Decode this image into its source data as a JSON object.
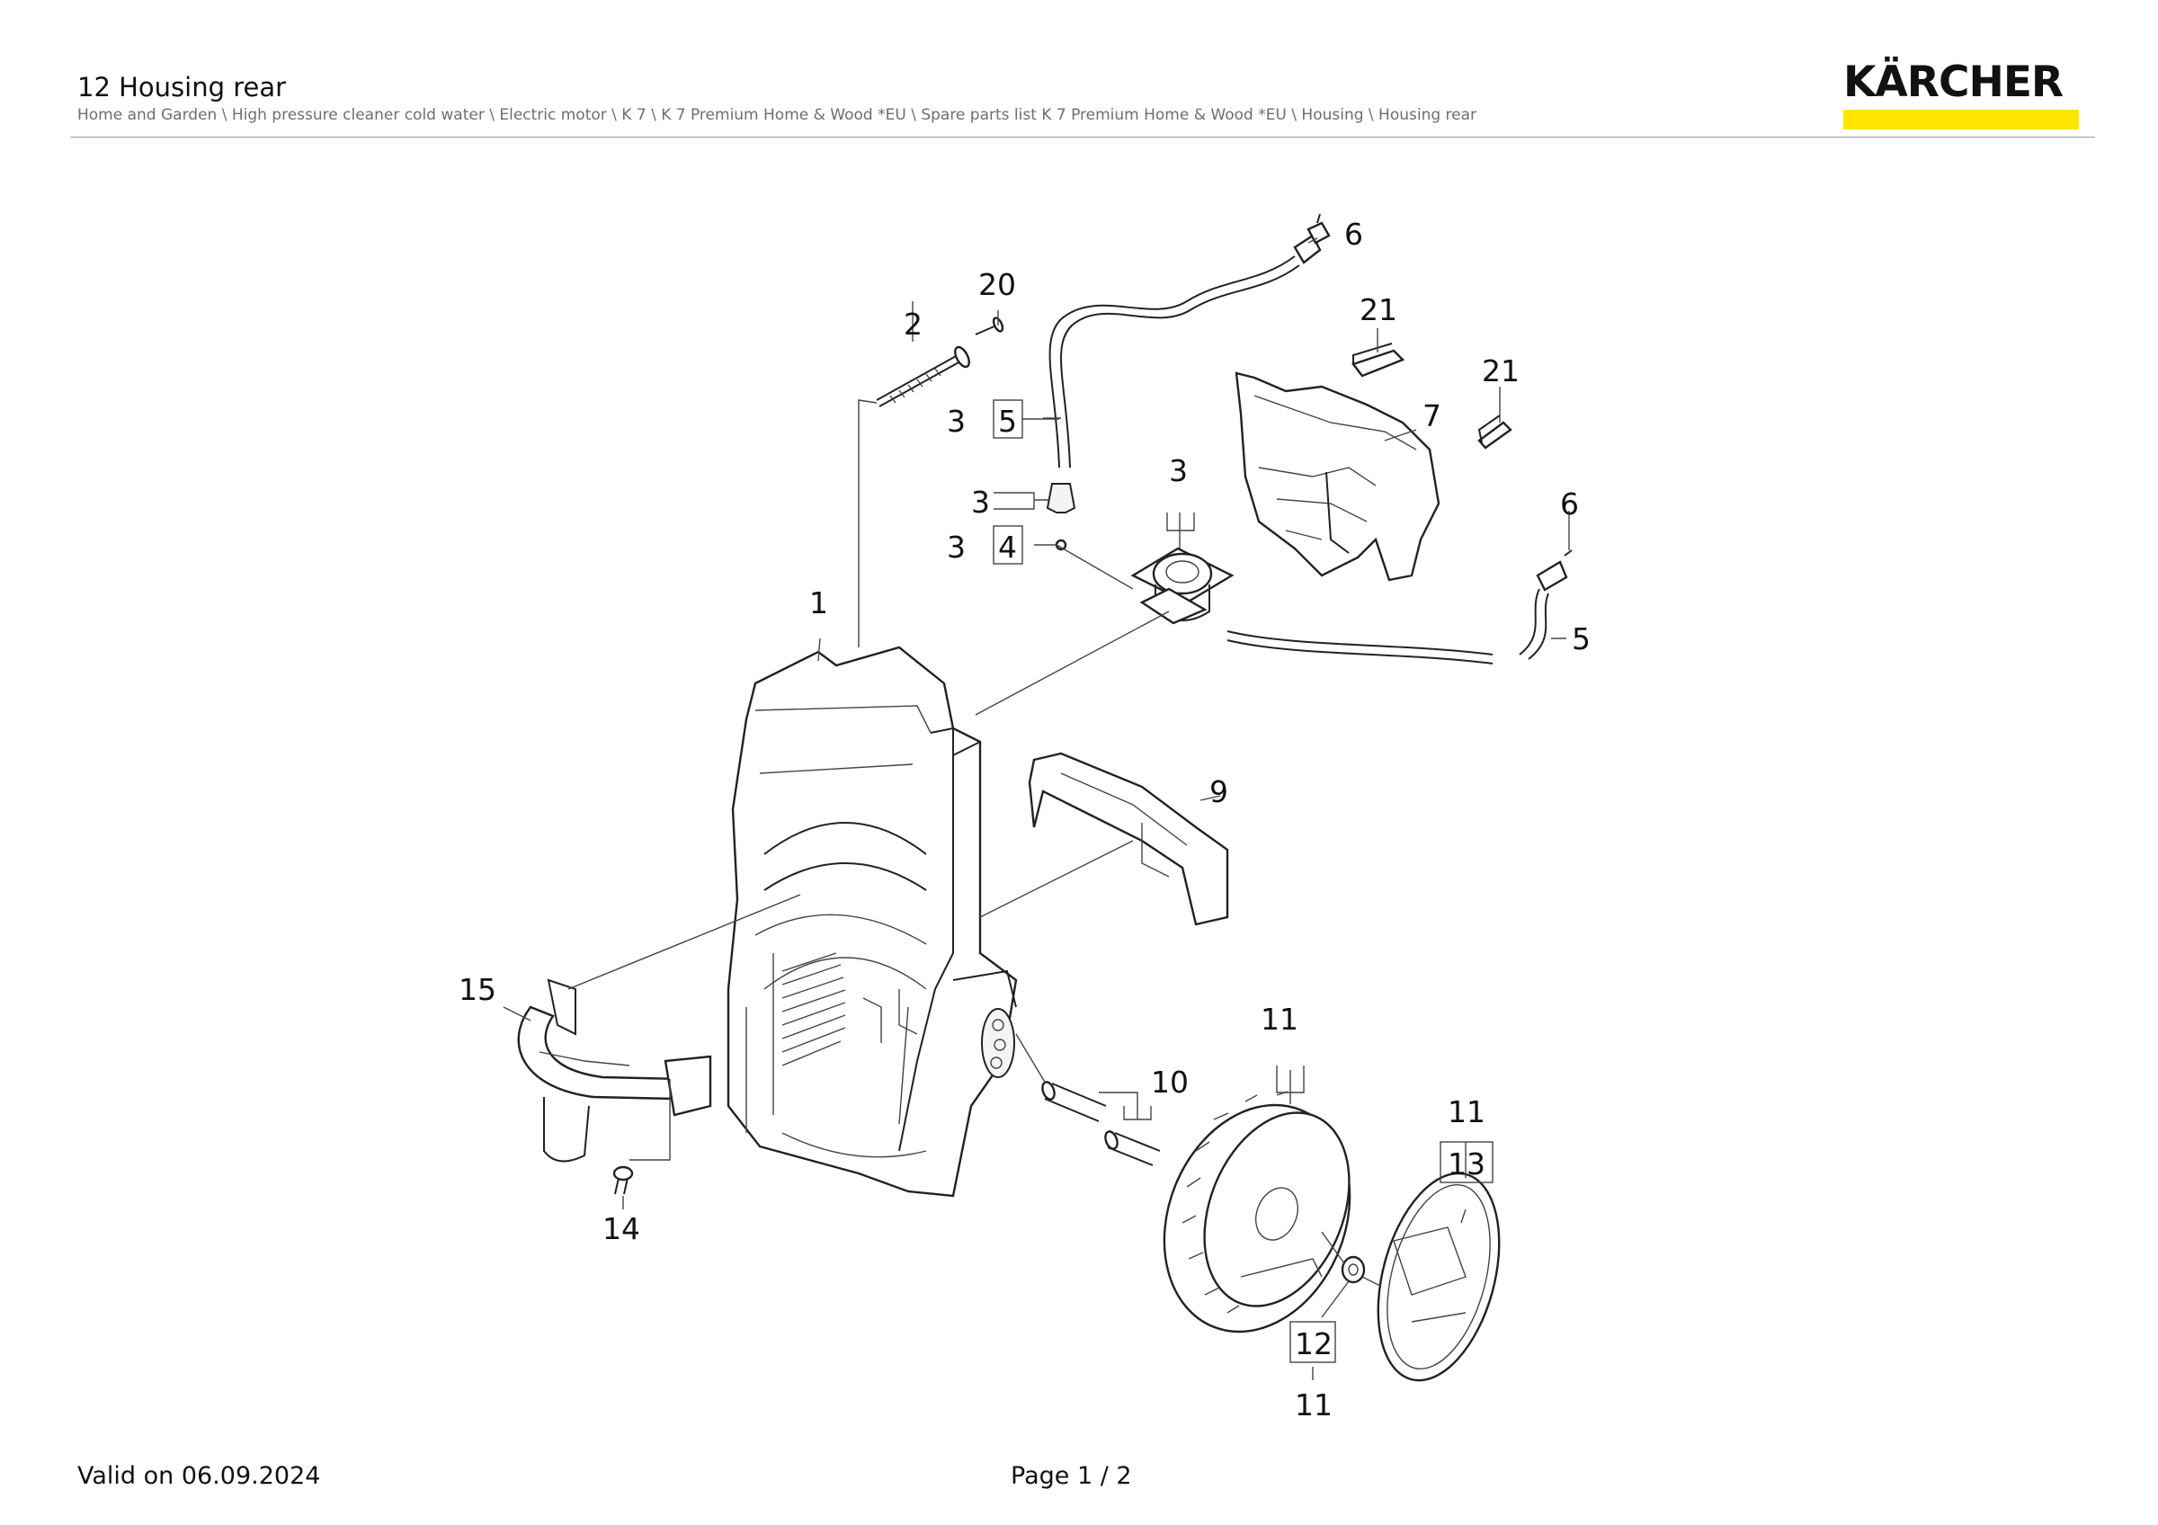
{
  "header": {
    "title": "12 Housing rear",
    "breadcrumb": "Home and Garden \\ High pressure cleaner cold water \\ Electric motor \\ K 7 \\ K 7 Premium Home & Wood *EU \\ Spare parts list K 7 Premium Home & Wood *EU \\ Housing \\ Housing rear",
    "logo_text": "KÄRCHER",
    "brand_color": "#ffe600"
  },
  "diagram": {
    "callouts": {
      "c1": "1",
      "c2": "2",
      "c20": "20",
      "c3a": "3",
      "c5a": "5",
      "c3b": "3",
      "c3c": "3",
      "c4": "4",
      "c3d": "3",
      "c6a": "6",
      "c6b": "6",
      "c21a": "21",
      "c21b": "21",
      "c7": "7",
      "c5b": "5",
      "c9": "9",
      "c15": "15",
      "c14": "14",
      "c10": "10",
      "c11a": "11",
      "c11b": "11",
      "c13": "13",
      "c12": "12",
      "c11c": "11"
    }
  },
  "footer": {
    "valid": "Valid on 06.09.2024",
    "page": "Page 1 / 2"
  }
}
